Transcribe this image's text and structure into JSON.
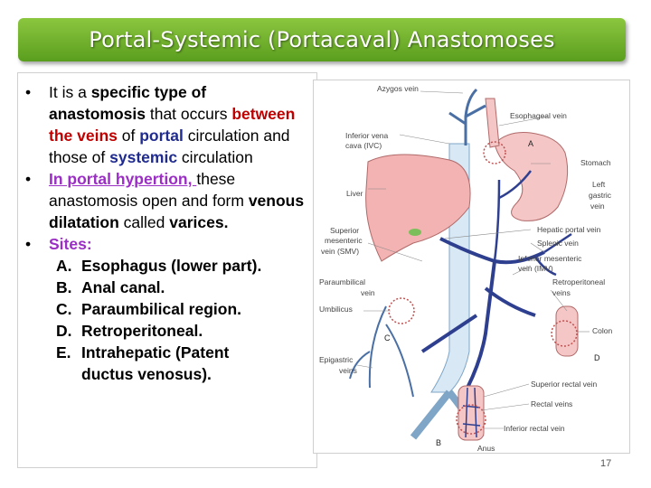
{
  "title": "Portal-Systemic (Portacaval) Anastomoses",
  "bullets": {
    "b1": {
      "t1": "It is a ",
      "t2": "specific type of anastomosis",
      "t3": " that occurs ",
      "t4": "between the veins",
      "t5": " of ",
      "t6": "portal",
      "t7": " circulation and those of ",
      "t8": "systemic",
      "t9": " circulation"
    },
    "b2": {
      "t1": "In portal hypertion, ",
      "t2": "these anastomosis open and form ",
      "t3": "venous dilatation",
      "t4": " called ",
      "t5": "varices."
    },
    "b3": {
      "label": "Sites:"
    }
  },
  "sites": [
    {
      "letter": "A.",
      "text": "Esophagus (lower part)."
    },
    {
      "letter": "B.",
      "text": "Anal canal."
    },
    {
      "letter": "C.",
      "text": "Paraumbilical region."
    },
    {
      "letter": "D.",
      "text": "Retroperitoneal."
    },
    {
      "letter": "E.",
      "text": "Intrahepatic  (Patent",
      "text2": "ductus  venosus)."
    }
  ],
  "diagram": {
    "labels": {
      "azygos": "Azygos vein",
      "esophageal": "Esophageal vein",
      "ivc1": "Inferior vena",
      "ivc2": "cava (IVC)",
      "stomach": "Stomach",
      "liver": "Liver",
      "gastric1": "Left",
      "gastric2": "gastric",
      "gastric3": "vein",
      "hepatic_portal": "Hepatic portal vein",
      "smv1": "Superior",
      "smv2": "mesenteric",
      "smv3": "vein (SMV)",
      "splenic": "Splenic vein",
      "imv1": "Inferior mesenteric",
      "imv2": "vein (IMV)",
      "paraumb1": "Paraumbilical",
      "paraumb2": "vein",
      "retro1": "Retroperitoneal",
      "retro2": "veins",
      "umbilicus": "Umbilicus",
      "colon": "Colon",
      "epigastric1": "Epigastric",
      "epigastric2": "veins",
      "sup_rectal": "Superior rectal vein",
      "rectal": "Rectal veins",
      "inf_rectal": "Inferior rectal vein",
      "anus": "Anus",
      "a": "A",
      "b": "B",
      "c": "C",
      "d": "D"
    }
  },
  "page_number": "17"
}
